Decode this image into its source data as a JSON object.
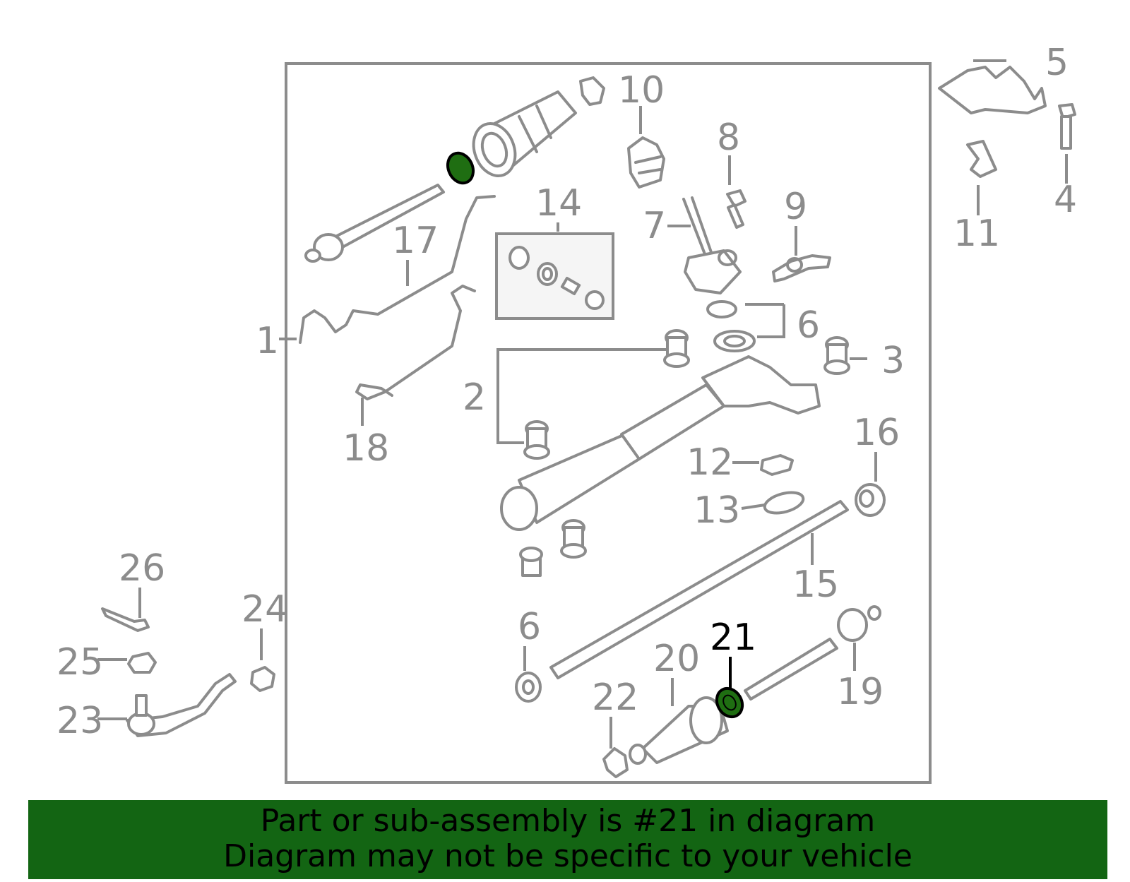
{
  "callouts": {
    "c1": "1",
    "c2": "2",
    "c3": "3",
    "c4": "4",
    "c5": "5",
    "c6a": "6",
    "c6b": "6",
    "c7": "7",
    "c8": "8",
    "c9": "9",
    "c10": "10",
    "c11": "11",
    "c12": "12",
    "c13": "13",
    "c14": "14",
    "c15": "15",
    "c16": "16",
    "c17": "17",
    "c18": "18",
    "c19": "19",
    "c20": "20",
    "c21": "21",
    "c22": "22",
    "c23": "23",
    "c24": "24",
    "c25": "25",
    "c26": "26"
  },
  "highlighted_part": "21",
  "banner": {
    "line1": "Part or sub-assembly is #21 in diagram",
    "line2": "Diagram may not be specific to your vehicle"
  },
  "colors": {
    "highlight": "#1f6e12",
    "banner": "#136513",
    "line": "#8c8c8c"
  }
}
